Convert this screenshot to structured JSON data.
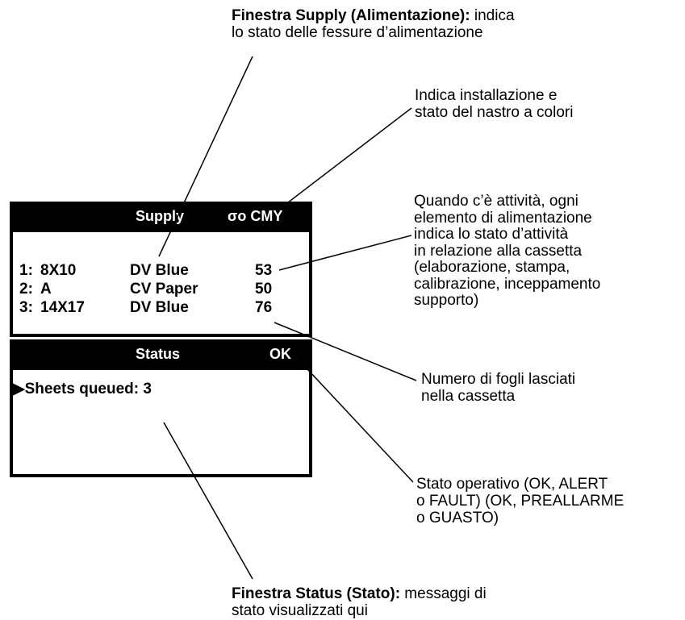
{
  "annotations": {
    "supply_window": {
      "bold": "Finestra Supply (Alimentazione):",
      "rest": " indica",
      "line2": "lo stato delle fessure d’alimentazione"
    },
    "ribbon": {
      "line1": "Indica installazione e",
      "line2": "stato del nastro a colori"
    },
    "activity": {
      "lines": [
        "Quando c’è attività, ogni",
        "elemento di alimentazione",
        "indica lo stato d’attività",
        "in relazione alla cassetta",
        "(elaborazione, stampa,",
        "calibrazione, inceppamento",
        "supporto)"
      ]
    },
    "sheets_left": {
      "line1": "Numero di fogli lasciati",
      "line2": "nella cassetta"
    },
    "operational": {
      "line1": "Stato operativo (OK, ALERT",
      "line2": "o FAULT) (OK, PREALLARME",
      "line3": "o GUASTO)"
    },
    "status_window": {
      "bold": "Finestra Status (Stato):",
      "rest": " messaggi di",
      "line2": "stato visualizzati qui"
    }
  },
  "supply_panel": {
    "title": "Supply",
    "ribbon_icon": "ribbon-cassette-icon",
    "ribbon_symbol": "σο",
    "ribbon_label": "CMY",
    "rows": [
      {
        "slot": "1:",
        "size": "8X10",
        "media": "DV Blue",
        "count": "53"
      },
      {
        "slot": "2:",
        "size": "A",
        "media": "CV Paper",
        "count": "50"
      },
      {
        "slot": "3:",
        "size": "14X17",
        "media": "DV Blue",
        "count": "76"
      }
    ]
  },
  "status_panel": {
    "title": "Status",
    "state": "OK",
    "pointer_symbol": "▶",
    "message": "Sheets queued: 3"
  },
  "colors": {
    "panel": "#000000",
    "background": "#ffffff",
    "text": "#000000"
  }
}
